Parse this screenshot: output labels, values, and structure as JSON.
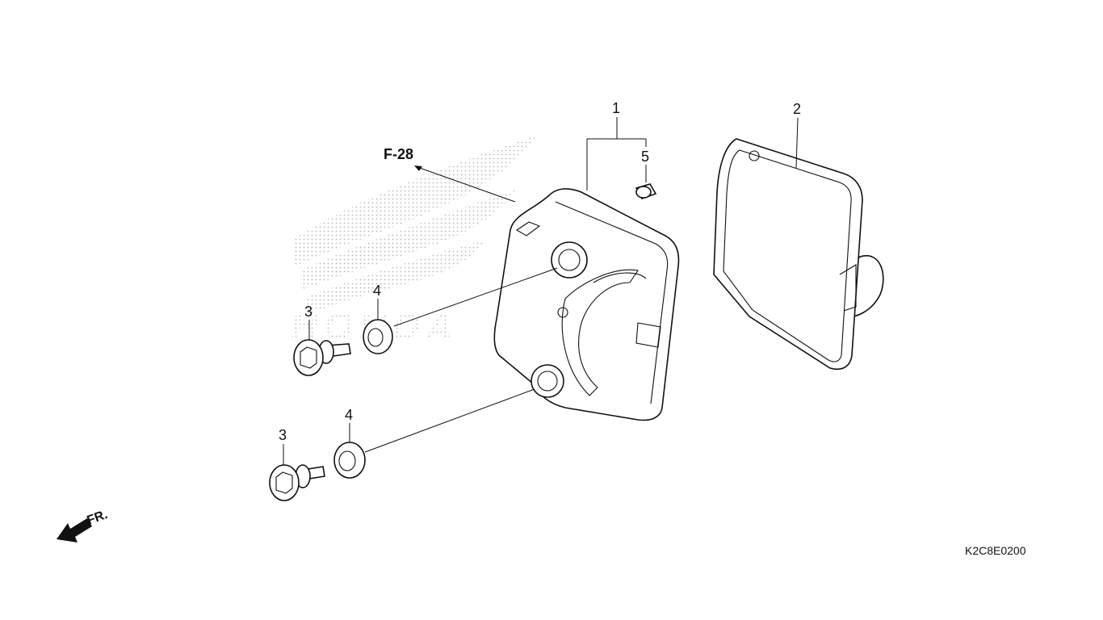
{
  "callouts": [
    {
      "id": "part-1",
      "text": "1"
    },
    {
      "id": "part-2",
      "text": "2"
    },
    {
      "id": "part-3-upper",
      "text": "3"
    },
    {
      "id": "part-3-lower",
      "text": "3"
    },
    {
      "id": "part-4-upper",
      "text": "4"
    },
    {
      "id": "part-4-lower",
      "text": "4"
    },
    {
      "id": "part-5",
      "text": "5"
    }
  ],
  "reference": "F-28",
  "direction_label": "FR.",
  "diagram_code": "K2C8E0200",
  "watermark": {
    "type": "logo",
    "text": "HONDA",
    "color": "#b8b8b8"
  },
  "icons": [
    "front-direction-arrow-icon"
  ]
}
